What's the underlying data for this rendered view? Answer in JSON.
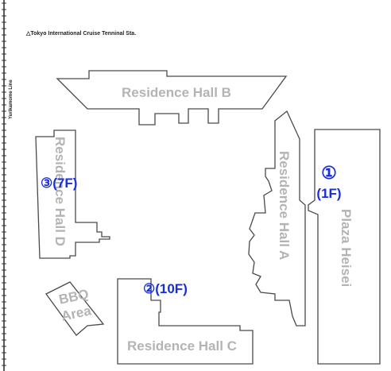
{
  "terminal_note": "△Tokyo International Cruise Tenninal Sta.",
  "rail_line_label": "Yurikamome Line",
  "buildings": {
    "residence_hall_b": "Residence Hall B",
    "residence_hall_a": "Residence Hall A",
    "residence_hall_c": "Residence Hall C",
    "residence_hall_d": "Residence Hall D",
    "plaza_heisei": "Plaza Heisei",
    "bbq_area_line1": "BBQ",
    "bbq_area_line2": "Area"
  },
  "markers": {
    "m1_num": "①",
    "m1_floor": "(1F)",
    "m2": "②(10F)",
    "m3": "③(7F)"
  },
  "colors": {
    "marker": "#1a2ed6",
    "building_label": "#b4b4b4",
    "outline": "#4a4a4a"
  }
}
